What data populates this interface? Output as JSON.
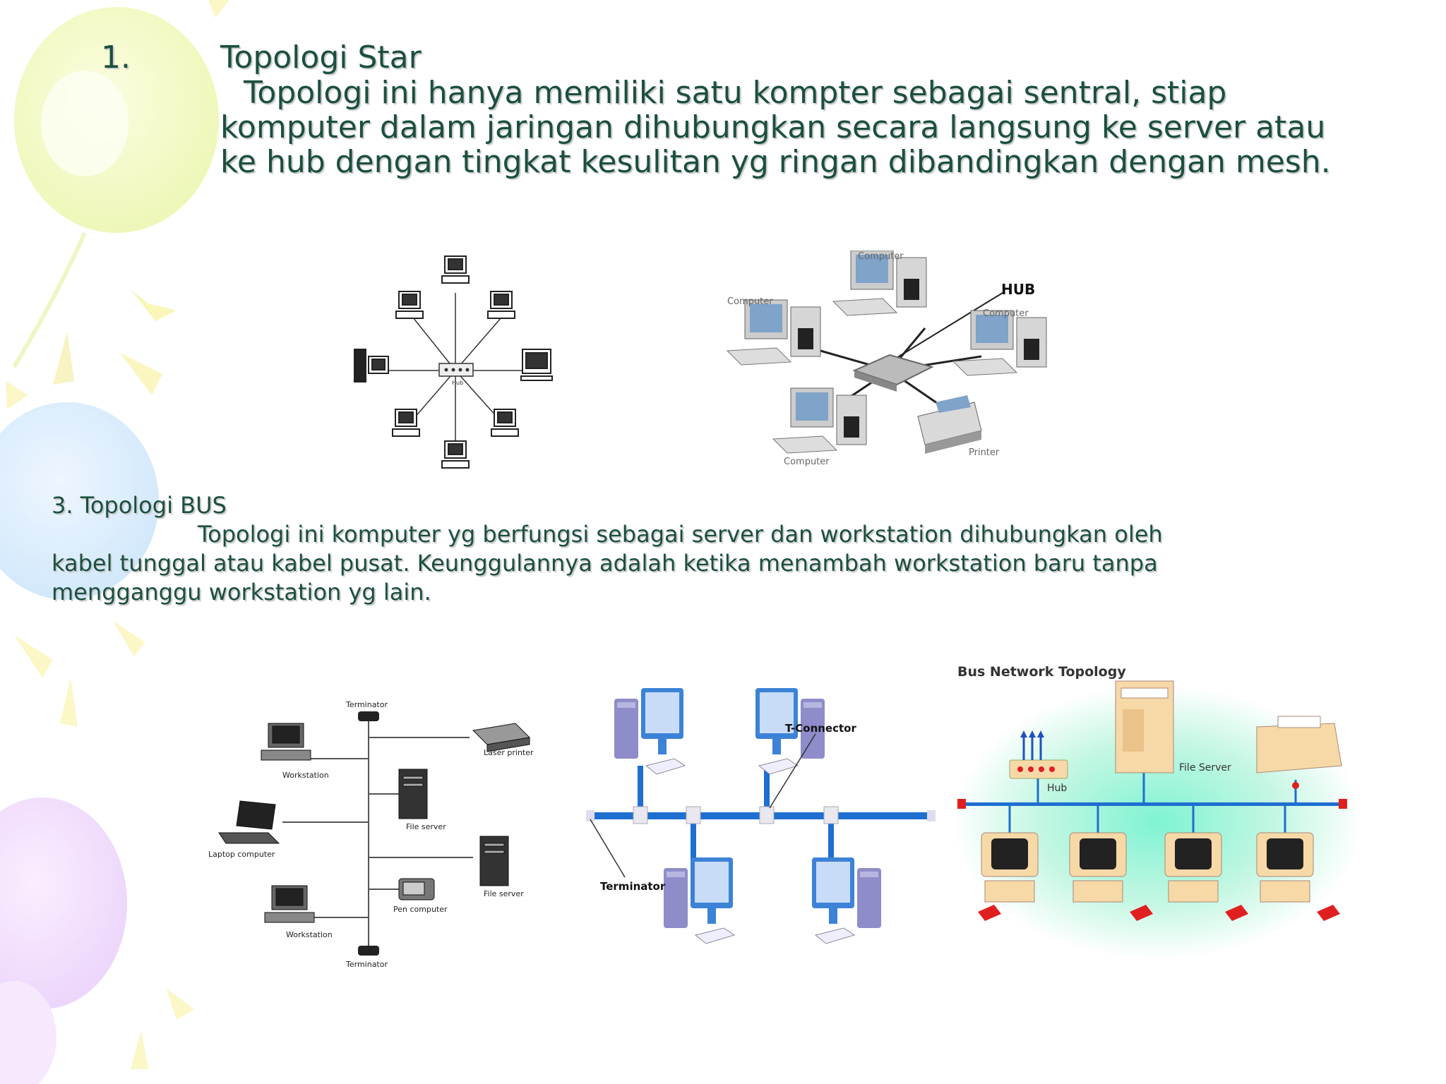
{
  "section_star": {
    "number": "1.",
    "title": "Topologi Star",
    "lines": [
      "Topologi ini hanya memiliki satu kompter sebagai sentral, stiap",
      "komputer dalam jaringan dihubungkan secara langsung ke server atau",
      "ke hub dengan tingkat kesulitan yg ringan dibandingkan dengan mesh."
    ]
  },
  "section_bus": {
    "heading": "3.  Topologi BUS",
    "lines": [
      "Topologi ini komputer yg berfungsi sebagai server dan workstation dihubungkan oleh",
      "kabel tunggal atau kabel pusat. Keunggulannya adalah ketika menambah workstation baru tanpa",
      "mengganggu workstation yg lain."
    ]
  },
  "star_diagram_1": {
    "hub_label": "Hub"
  },
  "star_diagram_2": {
    "labels": {
      "hub": "HUB",
      "computer": "Computer",
      "printer": "Printer"
    }
  },
  "bus_diagram_1": {
    "labels": {
      "terminator": "Terminator",
      "workstation": "Workstation",
      "laptop": "Laptop computer",
      "laser_printer": "Laser printer",
      "file_server": "File server",
      "pen_computer": "Pen computer"
    }
  },
  "bus_diagram_2": {
    "labels": {
      "t_connector": "T-Connector",
      "terminator": "Terminator"
    }
  },
  "bus_diagram_3": {
    "title": "Bus Network Topology",
    "labels": {
      "hub": "Hub",
      "file_server": "File Server"
    }
  },
  "colors": {
    "text": "#1b4f3f",
    "bus_blue": "#1e6fd0",
    "bus_red": "#e02020"
  }
}
